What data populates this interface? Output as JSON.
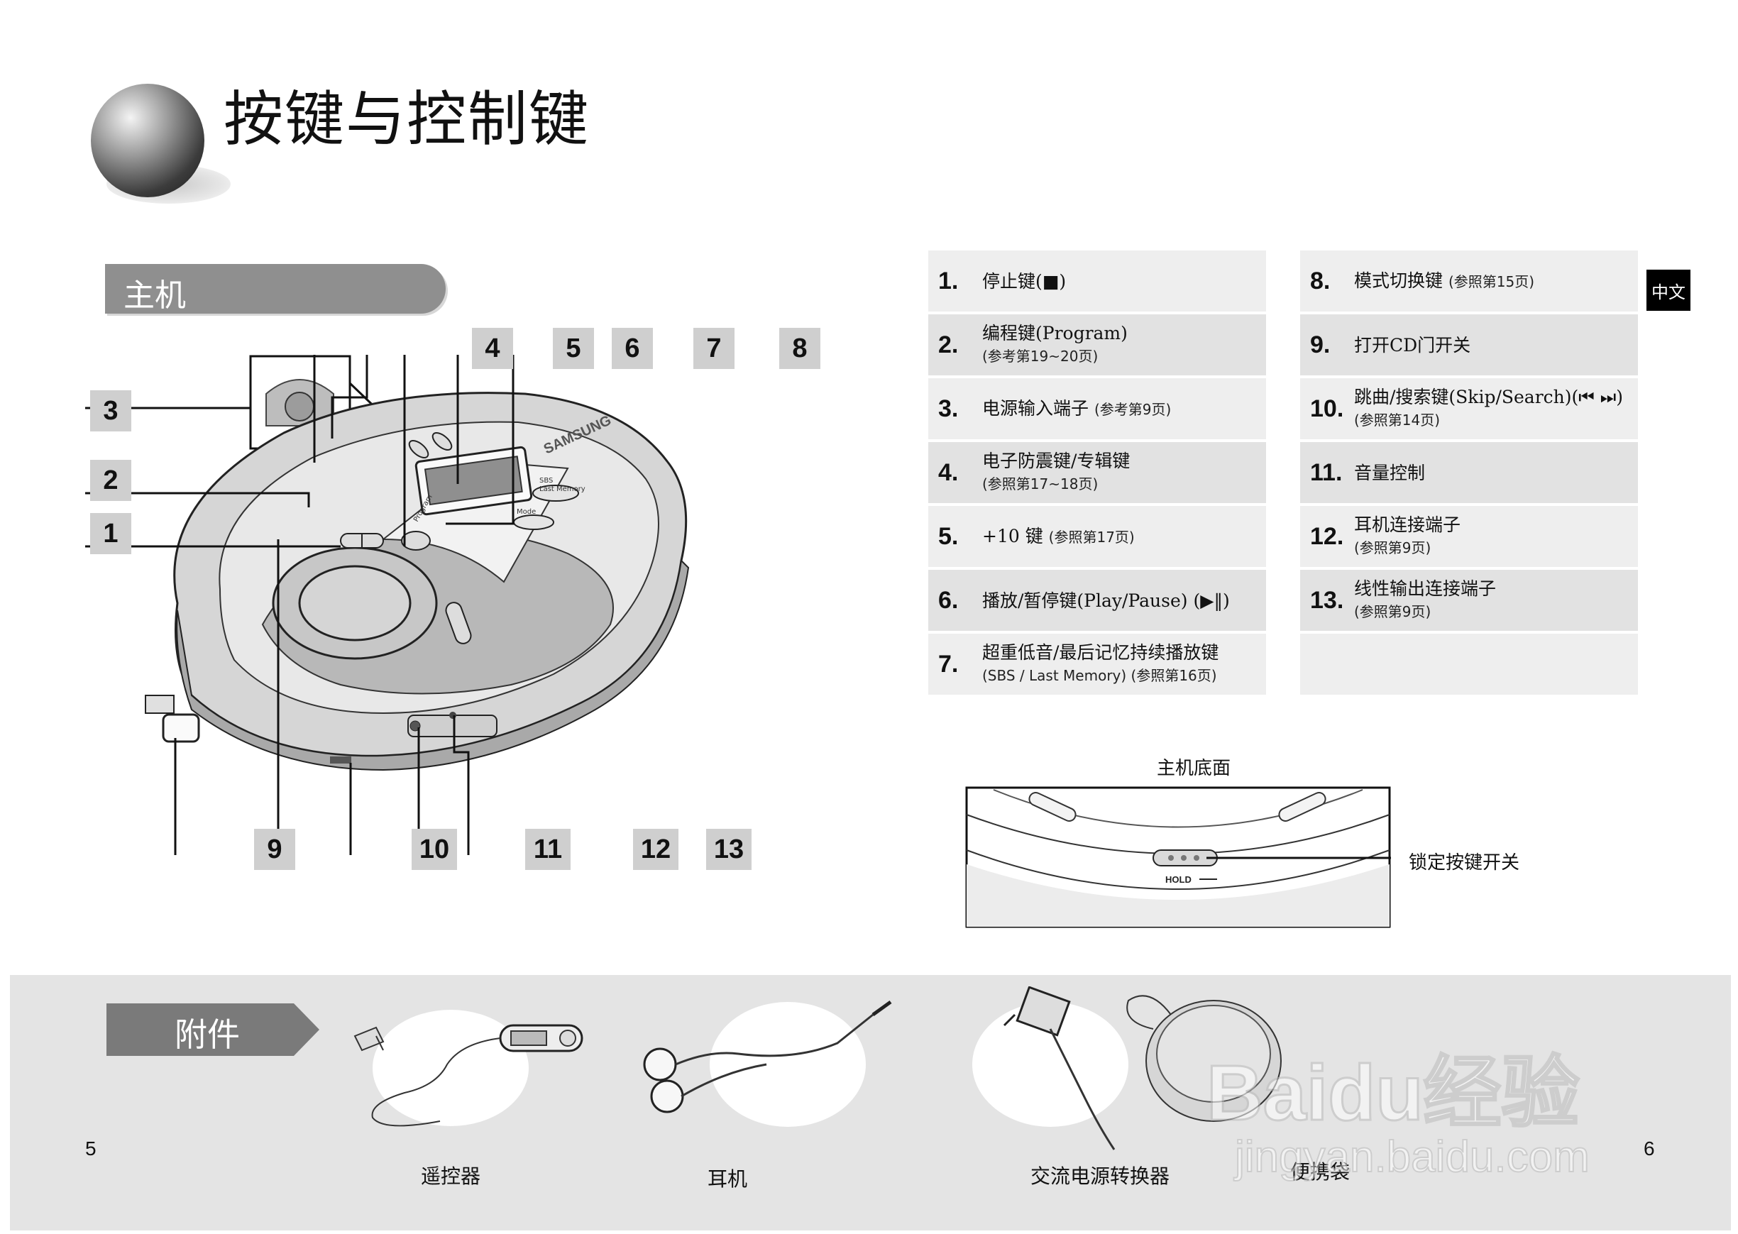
{
  "title": "按键与控制键",
  "section_main": "主机",
  "section_accessories": "附件",
  "lang_badge": "中文",
  "device_brand": "SAMSUNG",
  "callouts": [
    "4",
    "5",
    "6",
    "7",
    "8",
    "3",
    "2",
    "1",
    "9",
    "10",
    "11",
    "12",
    "13"
  ],
  "device_labels": {
    "program": "Program",
    "sbs": "SBS",
    "last_memory": "Last Memory",
    "mode": "Mode"
  },
  "legend": [
    {
      "num": "1.",
      "main": "停止键(■)",
      "sub": ""
    },
    {
      "num": "2.",
      "main": "编程键(Program)",
      "sub": "(参考第19~20页)"
    },
    {
      "num": "3.",
      "main": "电源输入端子",
      "sub": "(参考第9页)"
    },
    {
      "num": "4.",
      "main": "电子防震键/专辑键",
      "sub": "(参照第17~18页)"
    },
    {
      "num": "5.",
      "main": "+10 键",
      "sub": "(参照第17页)"
    },
    {
      "num": "6.",
      "main": "播放/暂停键(Play/Pause) (▶‖)",
      "sub": ""
    },
    {
      "num": "7.",
      "main": "超重低音/最后记忆持续播放键",
      "sub": "(SBS / Last Memory) (参照第16页)"
    },
    {
      "num": "8.",
      "main": "模式切换键",
      "sub": "(参照第15页)"
    },
    {
      "num": "9.",
      "main": "打开CD门开关",
      "sub": ""
    },
    {
      "num": "10.",
      "main": "跳曲/搜索键(Skip/Search)(⏮ ⏭)",
      "sub": "(参照第14页)"
    },
    {
      "num": "11.",
      "main": "音量控制",
      "sub": ""
    },
    {
      "num": "12.",
      "main": "耳机连接端子",
      "sub": "(参照第9页)"
    },
    {
      "num": "13.",
      "main": "线性输出连接端子",
      "sub": "(参照第9页)"
    }
  ],
  "bottom_view": {
    "caption": "主机底面",
    "hold_label": "HOLD",
    "callout": "锁定按键开关"
  },
  "accessories": [
    {
      "label": "遥控器"
    },
    {
      "label": "耳机"
    },
    {
      "label": "交流电源转换器"
    },
    {
      "label": "便携袋"
    }
  ],
  "page_left": "5",
  "page_right": "6",
  "watermark": {
    "brand": "Baidu经验",
    "url": "jingyan.baidu.com"
  }
}
